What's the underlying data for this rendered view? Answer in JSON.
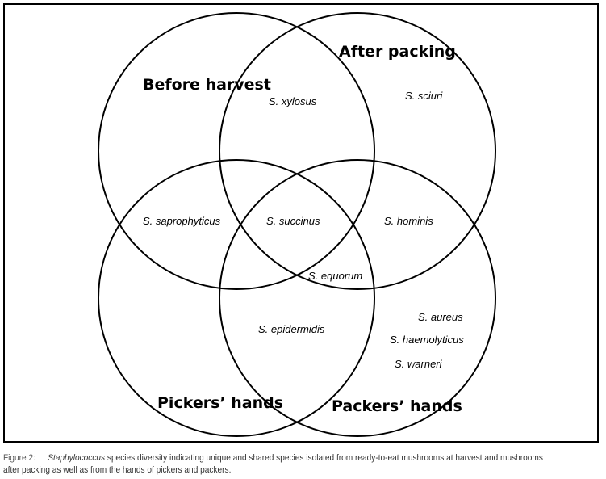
{
  "diagram": {
    "type": "venn",
    "sets": [
      {
        "id": "before_harvest",
        "label": "Before harvest"
      },
      {
        "id": "after_packing",
        "label": "After packing"
      },
      {
        "id": "pickers_hands",
        "label": "Pickers’ hands"
      },
      {
        "id": "packers_hands",
        "label": "Packers’ hands"
      }
    ],
    "regions": [
      {
        "sets": [
          "before_harvest",
          "after_packing"
        ],
        "species": [
          "S. xylosus"
        ]
      },
      {
        "sets": [
          "after_packing"
        ],
        "species": [
          "S. sciuri"
        ]
      },
      {
        "sets": [
          "before_harvest",
          "pickers_hands"
        ],
        "species": [
          "S. saprophyticus"
        ]
      },
      {
        "sets": [
          "before_harvest",
          "after_packing",
          "pickers_hands",
          "packers_hands"
        ],
        "species": [
          "S. succinus"
        ]
      },
      {
        "sets": [
          "after_packing",
          "packers_hands"
        ],
        "species": [
          "S. hominis"
        ]
      },
      {
        "sets": [
          "after_packing",
          "pickers_hands",
          "packers_hands"
        ],
        "species": [
          "S. equorum"
        ]
      },
      {
        "sets": [
          "pickers_hands",
          "packers_hands"
        ],
        "species": [
          "S. epidermidis"
        ]
      },
      {
        "sets": [
          "packers_hands"
        ],
        "species": [
          "S. aureus",
          "S. haemolyticus",
          "S. warneri"
        ]
      }
    ]
  },
  "caption": {
    "label": "Figure 2:",
    "genus": "Staphylococcus",
    "text": " species diversity indicating unique and shared species isolated from ready-to-eat mushrooms at harvest and mushrooms after packing as well as from the hands of pickers and packers."
  }
}
